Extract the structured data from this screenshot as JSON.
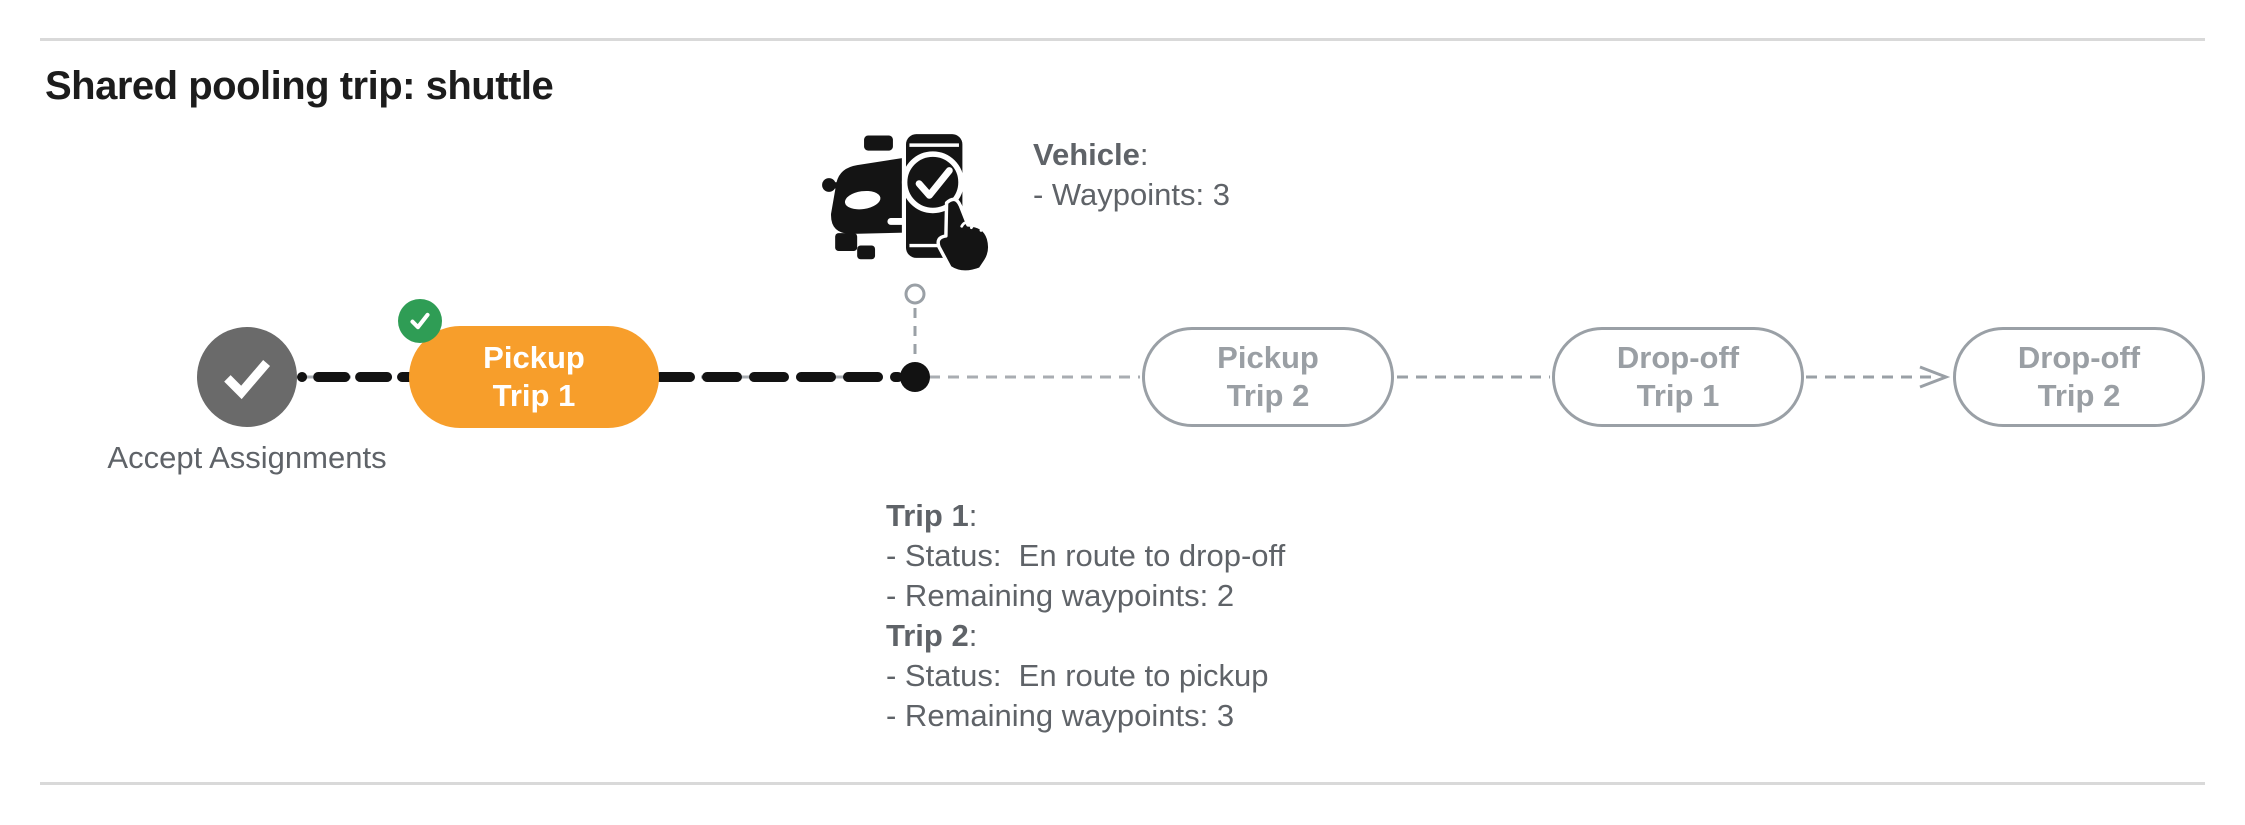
{
  "page": {
    "title": "Shared pooling trip: shuttle"
  },
  "colors": {
    "accent_orange": "#F79E2B",
    "success_green": "#2F9D55",
    "completed_node_gray": "#6A6A6A",
    "pending_gray": "#9AA0A6",
    "text_gray": "#5F6368",
    "hairline_gray": "#D9D9D9",
    "timeline_black": "#121212"
  },
  "timeline": {
    "accept": {
      "line1": "Accept",
      "line2": "Assignments"
    },
    "pickup_trip1": {
      "line1": "Pickup",
      "line2": "Trip 1"
    },
    "pickup_trip2": {
      "line1": "Pickup",
      "line2": "Trip 2"
    },
    "dropoff_trip1": {
      "line1": "Drop-off",
      "line2": "Trip 1"
    },
    "dropoff_trip2": {
      "line1": "Drop-off",
      "line2": "Trip 2"
    }
  },
  "vehicle_info": {
    "label": "Vehicle",
    "colon": ":",
    "waypoints": "- Waypoints: 3"
  },
  "trip_info": {
    "trip1": {
      "label": "Trip 1",
      "colon": ":",
      "status": "- Status:  En route to drop-off",
      "remaining": "- Remaining waypoints: 2"
    },
    "trip2": {
      "label": "Trip 2",
      "colon": ":",
      "status": "- Status:  En route to pickup",
      "remaining": "- Remaining waypoints: 3"
    }
  },
  "icons": {
    "accept_node": "check-icon",
    "pickup_trip1_badge": "check-badge-icon",
    "vehicle": "car-with-phone-check-icon",
    "vehicle_position": "current-position-dot",
    "next_waypoint_pointer": "arrow-right-icon"
  }
}
